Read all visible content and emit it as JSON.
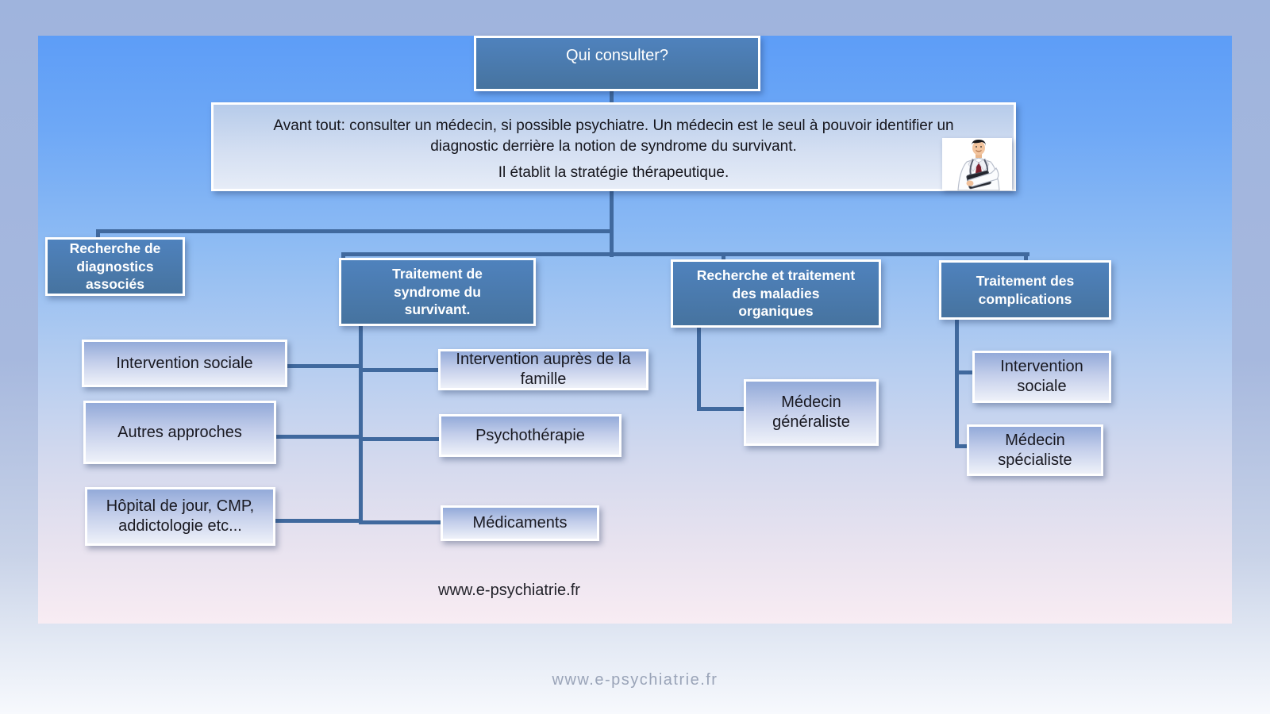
{
  "slide": {
    "title": "Qui consulter?",
    "intro": {
      "text1": "Avant tout: consulter un médecin, si possible psychiatre. Un médecin est le seul à pouvoir identifier un diagnostic derrière la notion de syndrome du survivant.",
      "text2": "Il établit la stratégie thérapeutique.",
      "icon": "doctor-clipart-icon"
    },
    "branches": {
      "diagnostics": {
        "label": "Recherche de diagnostics associés"
      },
      "syndrome": {
        "label": "Traitement de syndrome du survivant.",
        "children_left": [
          "Intervention sociale",
          "Autres approches",
          "Hôpital de jour, CMP, addictologie etc..."
        ],
        "children_right": [
          "Intervention auprès de la famille",
          "Psychothérapie",
          "Médicaments"
        ]
      },
      "organiques": {
        "label": "Recherche et traitement des maladies organiques",
        "children": [
          "Médecin généraliste"
        ]
      },
      "complications": {
        "label": "Traitement des complications",
        "children": [
          "Intervention sociale",
          "Médecin spécialiste"
        ]
      }
    },
    "watermark": "www.e-psychiatrie.fr"
  },
  "footer": {
    "watermark": "www.e-psychiatrie.fr"
  },
  "colors": {
    "node_fill": "#4b7cb5",
    "node_text": "#ffffff",
    "leaf_fill_top": "#93aad9",
    "leaf_fill_bottom": "#eef1f9",
    "leaf_text": "#191921",
    "connector": "#40699e",
    "slide_top": "#5d9df7",
    "slide_bottom": "#f8ecf3",
    "page_background": "#9fb4dd",
    "footer_text": "#9aa4b8"
  }
}
